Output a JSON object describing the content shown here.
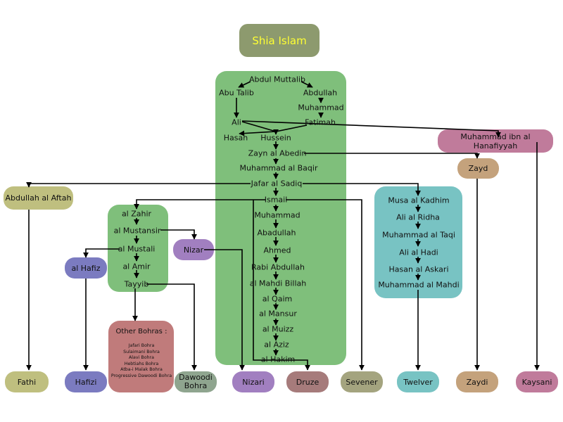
{
  "title": "Shia Islam",
  "colors": {
    "title_bg": "#8d9a6e",
    "title_text": "#ffff33",
    "green": "#7fbf7b",
    "teal": "#78c3c3",
    "olive": "#bfbf7f",
    "blue": "#7b7bc0",
    "purple": "#a17fc0",
    "pink": "#c07b9b",
    "tan": "#c4a27c",
    "mauve": "#a67b7b",
    "rose": "#c07b7b",
    "sage": "#8fa58f",
    "gray_olive": "#a4a47f"
  },
  "central": {
    "abdul_muttalib": "Abdul Muttalib",
    "abu_talib": "Abu Talib",
    "abdullah": "Abdullah",
    "muhammad": "Muhammad",
    "ali": "Ali",
    "fatimah": "Fatimah",
    "hasan": "Hasan",
    "hussein": "Hussein",
    "zayn": "Zayn al Abedin",
    "baqir": "Muhammad al Baqir",
    "sadiq": "Jafar al Sadiq",
    "ismail": "Ismail",
    "muhammad2": "Muhammad",
    "abadullah": "Abadullah",
    "ahmed": "Ahmed",
    "rabi": "Rabi Abdullah",
    "mahdi_billah": "al Mahdi Billah",
    "qaim": "al Qaim",
    "mansur": "al Mansur",
    "muizz": "al Muizz",
    "aziz": "al Aziz",
    "hakim": "al Hakim"
  },
  "musta": {
    "zahir": "al Zahir",
    "mustansir": "al Mustansir",
    "mustali": "al Mustali",
    "amir": "al Amir",
    "tayyib": "Tayyib"
  },
  "twelver_imams": {
    "kadhim": "Musa al Kadhim",
    "ridha": "Ali al Ridha",
    "taqi": "Muhammad al Taqi",
    "hadi": "Ali al Hadi",
    "askari": "Hasan al Askari",
    "mahdi": "Muhammad al Mahdi"
  },
  "side": {
    "hanafiyyah": "Muhammad ibn al Hanafiyyah",
    "zayd": "Zayd",
    "aftah": "Abdullah al Aftah",
    "nizar": "Nizar",
    "hafiz": "al Hafiz"
  },
  "bohras": {
    "heading": "Other Bohras :",
    "items": [
      "Jafari Bohra",
      "Sulaimani Bohra",
      "Alavi Bohra",
      "Hebtiahs Bohra",
      "Atba-i Malak Bohra",
      "Progressive Dawoodi Bohra"
    ]
  },
  "sects": {
    "fathi": "Fathi",
    "hafizi": "Hafizi",
    "dawoodi_line1": "Dawoodi",
    "dawoodi_line2": "Bohra",
    "nizari": "Nizari",
    "druze": "Druze",
    "sevener": "Sevener",
    "twelver": "Twelver",
    "zaydi": "Zaydi",
    "kaysani": "Kaysani"
  }
}
